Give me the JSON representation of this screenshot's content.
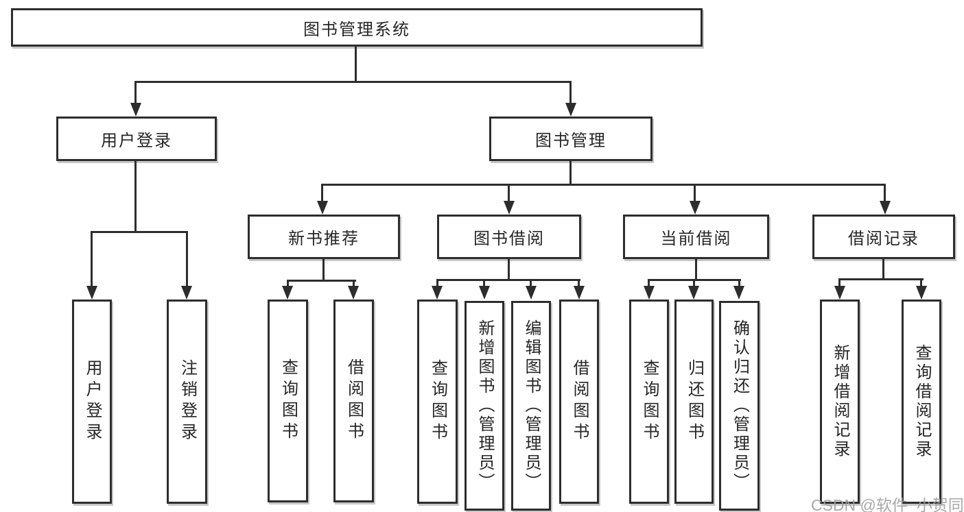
{
  "tree": {
    "root": {
      "label": "图书管理系统"
    },
    "branches": [
      {
        "label": "用户登录",
        "children": [
          {
            "label": "用户登录"
          },
          {
            "label": "注销登录"
          }
        ]
      },
      {
        "label": "图书管理",
        "groups": [
          {
            "label": "新书推荐",
            "children": [
              {
                "label": "查询图书"
              },
              {
                "label": "借阅图书"
              }
            ]
          },
          {
            "label": "图书借阅",
            "children": [
              {
                "label": "查询图书"
              },
              {
                "label": "新增图书（管理员）"
              },
              {
                "label": "编辑图书（管理员）"
              },
              {
                "label": "借阅图书"
              }
            ]
          },
          {
            "label": "当前借阅",
            "children": [
              {
                "label": "查询图书"
              },
              {
                "label": "归还图书"
              },
              {
                "label": "确认归还（管理员）"
              }
            ]
          },
          {
            "label": "借阅记录",
            "children": [
              {
                "label": "新增借阅记录"
              },
              {
                "label": "查询借阅记录"
              }
            ]
          }
        ]
      }
    ]
  },
  "watermark": {
    "text": "CSDN @软件_小贺同学"
  },
  "colors": {
    "line": "#2d2d2d",
    "box_border": "#2d2d2d",
    "background": "#ffffff",
    "text": "#262626",
    "watermark": "#9e9e9e"
  }
}
